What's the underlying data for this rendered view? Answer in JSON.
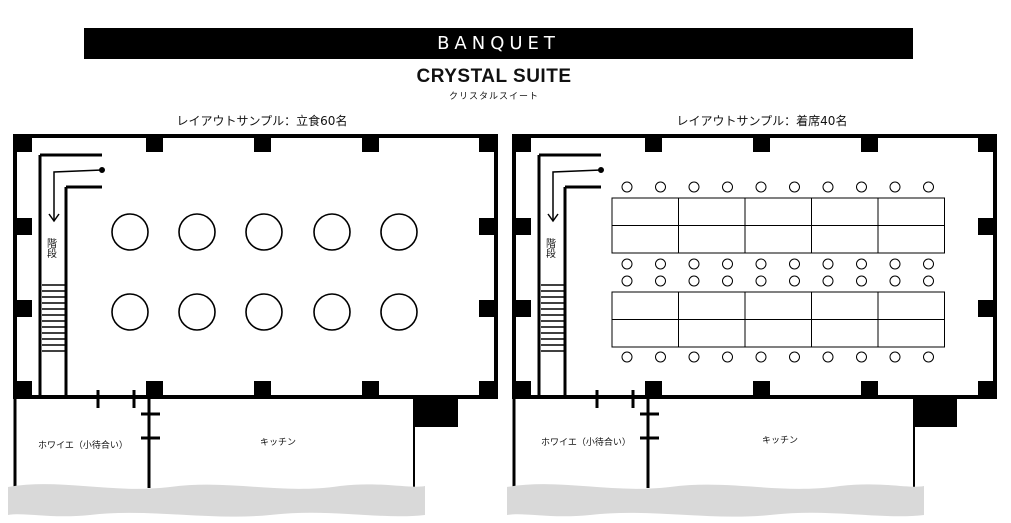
{
  "header": {
    "banner": "BANQUET",
    "title": "CRYSTAL SUITE",
    "subtitle": "クリスタルスイート"
  },
  "plans": [
    {
      "caption": "レイアウトサンプル：立食60名",
      "layout": "standing-round-tables",
      "stair_label": "階段",
      "foyer_label": "ホワイエ（小待合い）",
      "kitchen_label": "キッチン",
      "round_tables": 10
    },
    {
      "caption": "レイアウトサンプル：着席40名",
      "layout": "seated-rectangular-tables",
      "stair_label": "階段",
      "foyer_label": "ホワイエ（小待合い）",
      "kitchen_label": "キッチン",
      "table_rows": 2,
      "tables_per_row": 5,
      "chairs": 40
    }
  ],
  "colors": {
    "wall": "#000000",
    "line": "#111111",
    "wave": "#d9d9d9",
    "background": "#ffffff"
  }
}
